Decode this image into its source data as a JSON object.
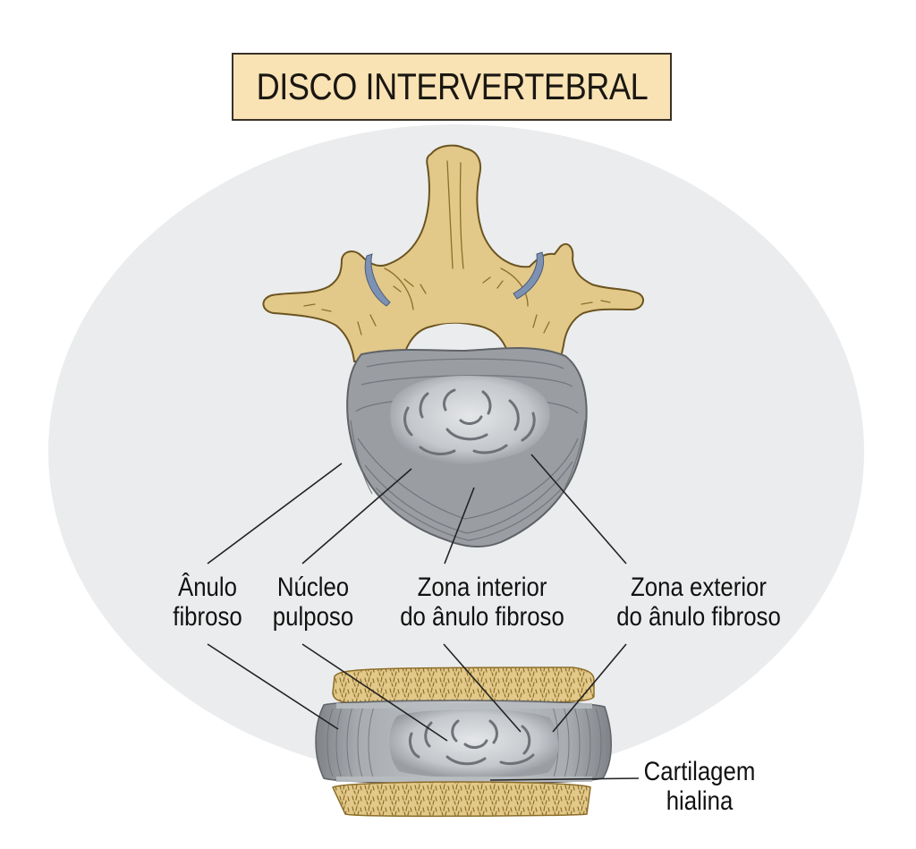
{
  "title": "DISCO INTERVERTEBRAL",
  "colors": {
    "background": "#ffffff",
    "ellipse": "#ebeced",
    "title_box": "#f9e3b4",
    "bone": "#e2c98a",
    "bone_outline": "#6b5420",
    "disc_gray": "#8e9196",
    "disc_light": "#c7cacd",
    "cartilage_blue": "#7d92b3",
    "leader_line": "#222222"
  },
  "labels": {
    "anulo_fibroso": {
      "line1": "Ânulo",
      "line2": "fibroso"
    },
    "nucleo_pulposo": {
      "line1": "Núcleo",
      "line2": "pulposo"
    },
    "zona_interior": {
      "line1": "Zona interior",
      "line2": "do ânulo fibroso"
    },
    "zona_exterior": {
      "line1": "Zona exterior",
      "line2": "do ânulo fibroso"
    },
    "cartilagem": {
      "line1": "Cartilagem",
      "line2": "hialina"
    }
  },
  "views": {
    "top": "vertebra-with-disc-superior-view",
    "side": "disc-between-vertebral-bodies-lateral-section"
  }
}
